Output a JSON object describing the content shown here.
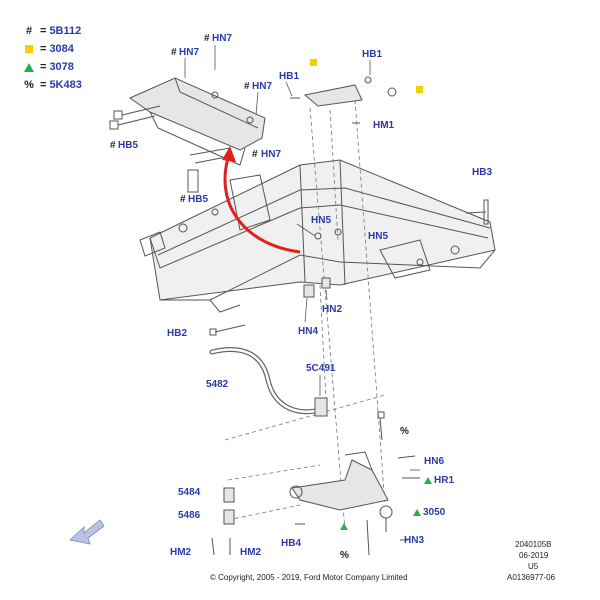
{
  "legend": [
    {
      "symbol": "#",
      "code": "5B112",
      "color": "#222222"
    },
    {
      "symbol": "square",
      "code": "3084",
      "color": "#f5d000"
    },
    {
      "symbol": "triangle",
      "code": "3078",
      "color": "#22b14c"
    },
    {
      "symbol": "%",
      "code": "5K483",
      "color": "#222222"
    }
  ],
  "labels": {
    "hn7_a": "HN7",
    "hn7_b": "HN7",
    "hn7_c": "HN7",
    "hn7_d": "HN7",
    "hb1_a": "HB1",
    "hb1_b": "HB1",
    "hm1": "HM1",
    "hb5_a": "HB5",
    "hb5_b": "HB5",
    "hb3": "HB3",
    "hn5_a": "HN5",
    "hn5_b": "HN5",
    "hn4": "HN4",
    "hn2": "HN2",
    "hb2": "HB2",
    "c5_491": "5C491",
    "p5482": "5482",
    "hn6": "HN6",
    "hr1": "HR1",
    "p5484": "5484",
    "p5486": "5486",
    "p3050": "3050",
    "hb4": "HB4",
    "hn3": "HN3",
    "hm2_a": "HM2",
    "hm2_b": "HM2"
  },
  "markers": {
    "hash": "#",
    "percent": "%"
  },
  "reference": {
    "code": "2040105B",
    "date": "06-2019",
    "variant": "U5",
    "id": "A0136977-06"
  },
  "copyright": "© Copyright, 2005 - 2019, Ford Motor Company Limited",
  "colors": {
    "label": "#2b3aa8",
    "arrow": "#e0201b",
    "triangle": "#22b14c",
    "square": "#f5d000"
  }
}
